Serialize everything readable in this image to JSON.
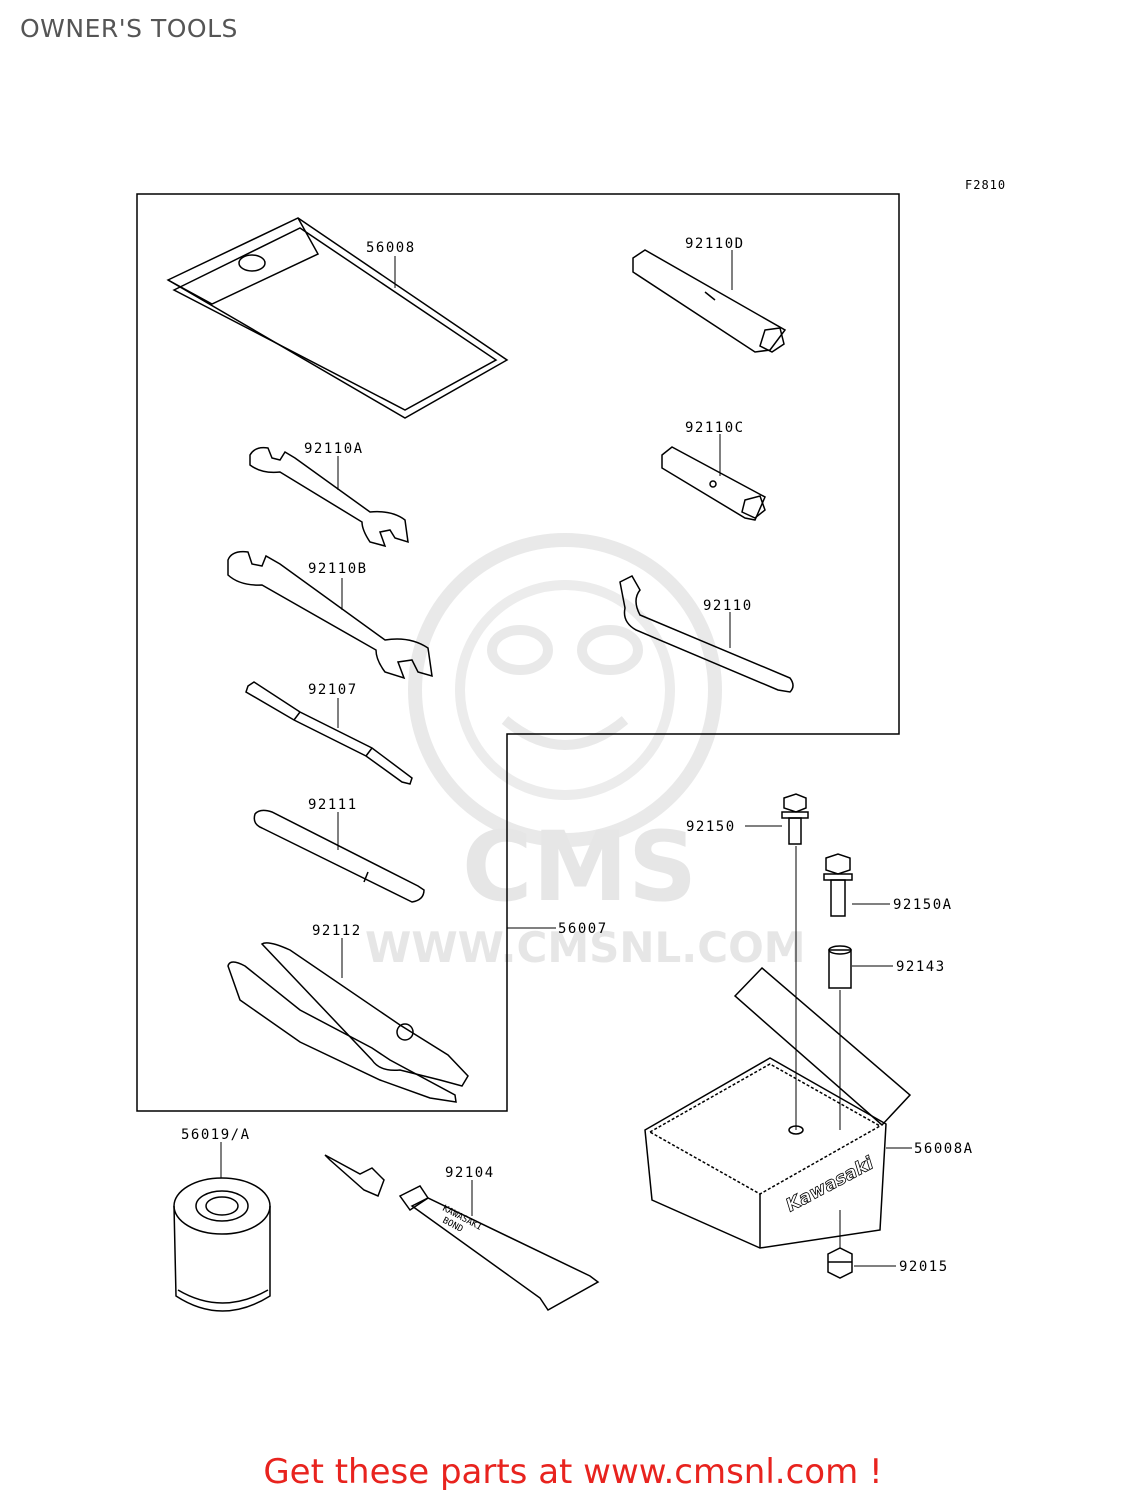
{
  "header": {
    "title": "OWNER'S TOOLS",
    "figure_code": "F2810"
  },
  "watermark": {
    "logo_text": "CMS",
    "url_text": "WWW.CMSNL.COM"
  },
  "parts": {
    "p56008": "56008",
    "p92110D": "92110D",
    "p92110C": "92110C",
    "p92110A": "92110A",
    "p92110B": "92110B",
    "p92110": "92110",
    "p92107": "92107",
    "p92111": "92111",
    "p92112": "92112",
    "p56007": "56007",
    "p92150": "92150",
    "p92150A": "92150A",
    "p92143": "92143",
    "p56008A": "56008A",
    "p92015": "92015",
    "p56019A": "56019/A",
    "p92104": "92104"
  },
  "product_text": {
    "case_brand": "Kawasaki",
    "tube_label_1": "KAWASAKI",
    "tube_label_2": "BOND"
  },
  "footer": {
    "text": "Get these parts at www.cmsnl.com !"
  }
}
